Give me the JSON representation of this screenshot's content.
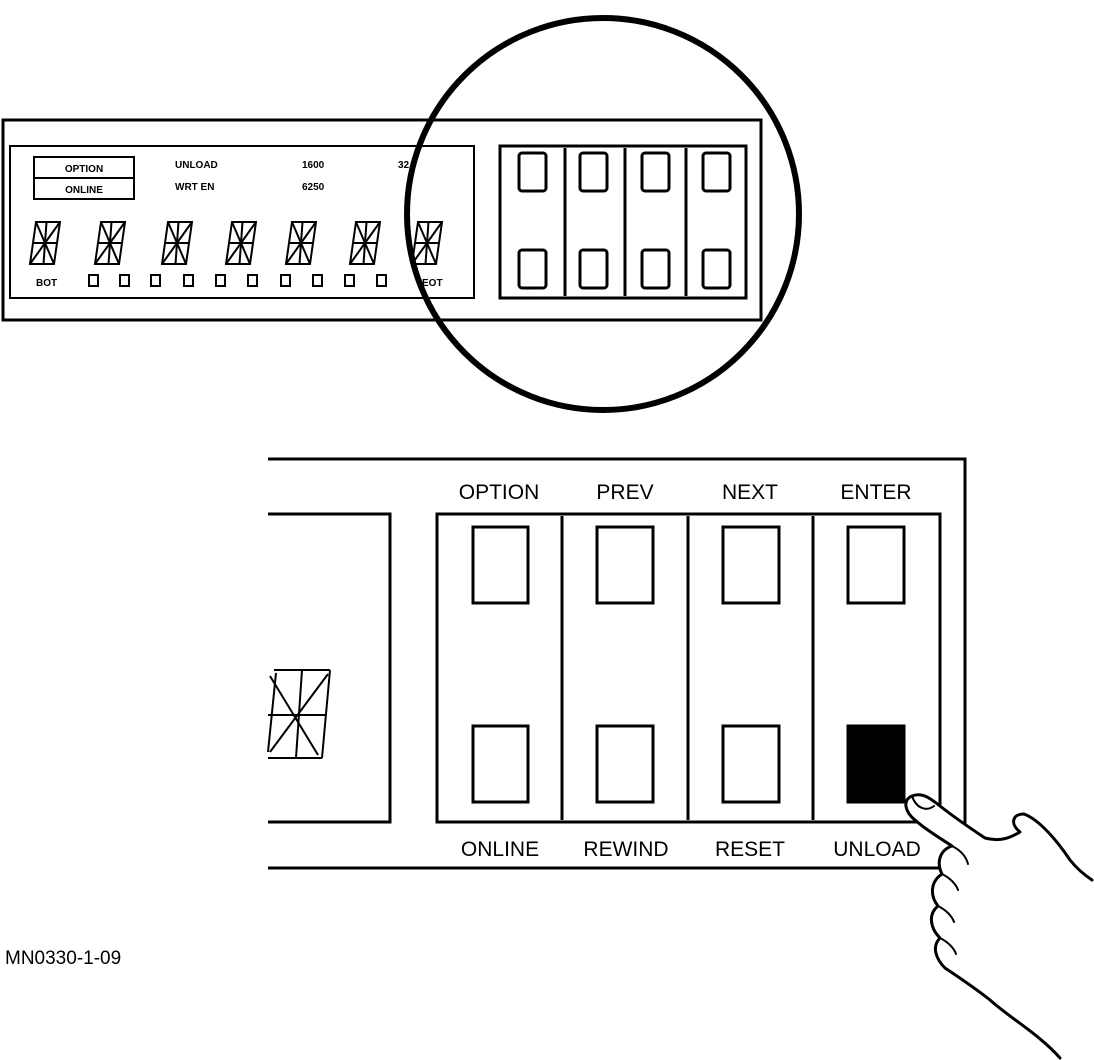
{
  "figure_id": "MN0330-1-09",
  "small_panel": {
    "status_boxes": [
      "OPTION",
      "ONLINE"
    ],
    "indicators_row1": [
      "UNLOAD",
      "1600",
      "32"
    ],
    "indicators_row2": [
      "WRT EN",
      "6250"
    ],
    "bot_label": "BOT",
    "eot_label": "EOT"
  },
  "enlarged_panel": {
    "top_labels": [
      "OPTION",
      "PREV",
      "NEXT",
      "ENTER"
    ],
    "bottom_labels": [
      "ONLINE",
      "REWIND",
      "RESET",
      "UNLOAD"
    ],
    "pressed_button": "UNLOAD"
  }
}
